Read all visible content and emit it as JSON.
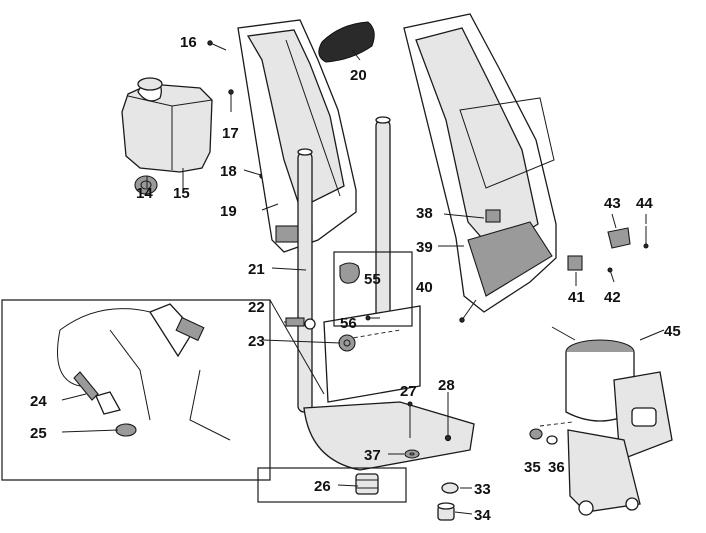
{
  "labels": {
    "p14": "14",
    "p15": "15",
    "p16": "16",
    "p17": "17",
    "p18": "18",
    "p19": "19",
    "p20": "20",
    "p21": "21",
    "p22": "22",
    "p23": "23",
    "p24": "24",
    "p25": "25",
    "p26": "26",
    "p27": "27",
    "p28": "28",
    "p33": "33",
    "p34": "34",
    "p35": "35",
    "p36": "36",
    "p37": "37",
    "p38": "38",
    "p39": "39",
    "p40": "40",
    "p41": "41",
    "p42": "42",
    "p43": "43",
    "p44": "44",
    "p45": "45",
    "p55": "55",
    "p56": "56"
  }
}
